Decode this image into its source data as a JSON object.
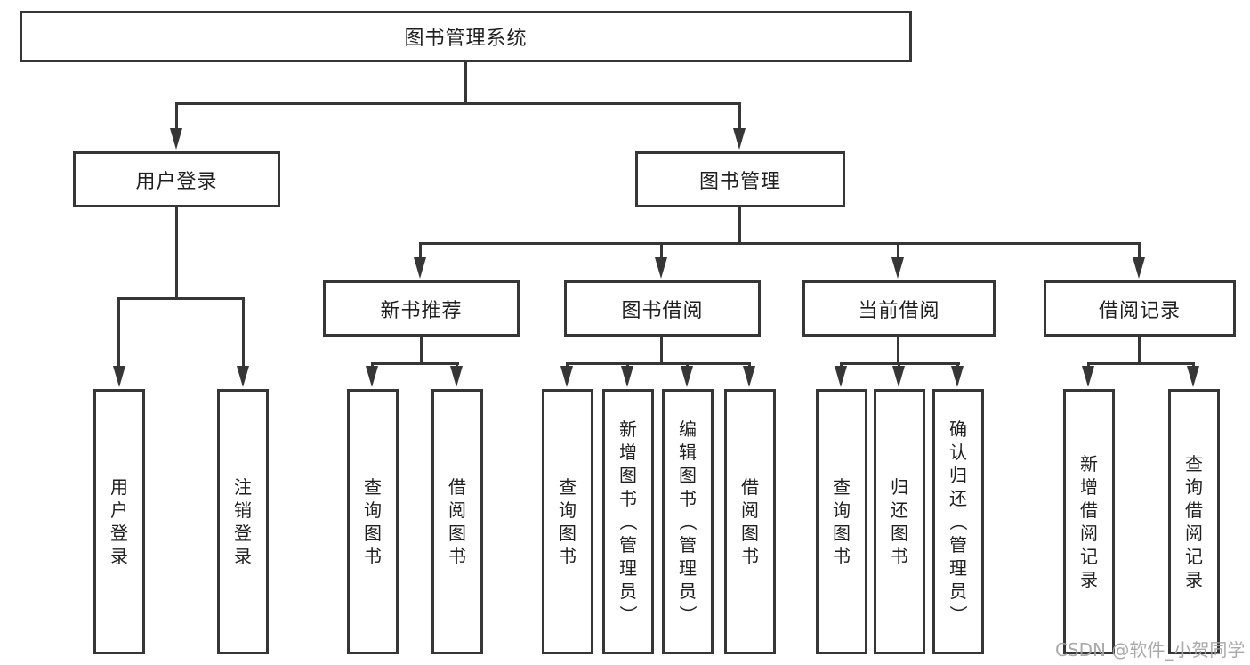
{
  "tree": {
    "root": {
      "label": "图书管理系统"
    },
    "branches": [
      {
        "label": "用户登录",
        "children": [
          {
            "label": "用户登录"
          },
          {
            "label": "注销登录"
          }
        ]
      },
      {
        "label": "图书管理",
        "children": [
          {
            "label": "新书推荐",
            "children": [
              {
                "label": "查询图书"
              },
              {
                "label": "借阅图书"
              }
            ]
          },
          {
            "label": "图书借阅",
            "children": [
              {
                "label": "查询图书"
              },
              {
                "label": "新增图书（管理员）"
              },
              {
                "label": "编辑图书（管理员）"
              },
              {
                "label": "借阅图书"
              }
            ]
          },
          {
            "label": "当前借阅",
            "children": [
              {
                "label": "查询图书"
              },
              {
                "label": "归还图书"
              },
              {
                "label": "确认归还（管理员）"
              }
            ]
          },
          {
            "label": "借阅记录",
            "children": [
              {
                "label": "新增借阅记录"
              },
              {
                "label": "查询借阅记录"
              }
            ]
          }
        ]
      }
    ]
  },
  "watermark": {
    "text": "CSDN @软件_小贺同学"
  },
  "colors": {
    "line": "#363636",
    "text": "#1f1f1f",
    "background": "#ffffff",
    "watermark": "#a3a3a3"
  }
}
